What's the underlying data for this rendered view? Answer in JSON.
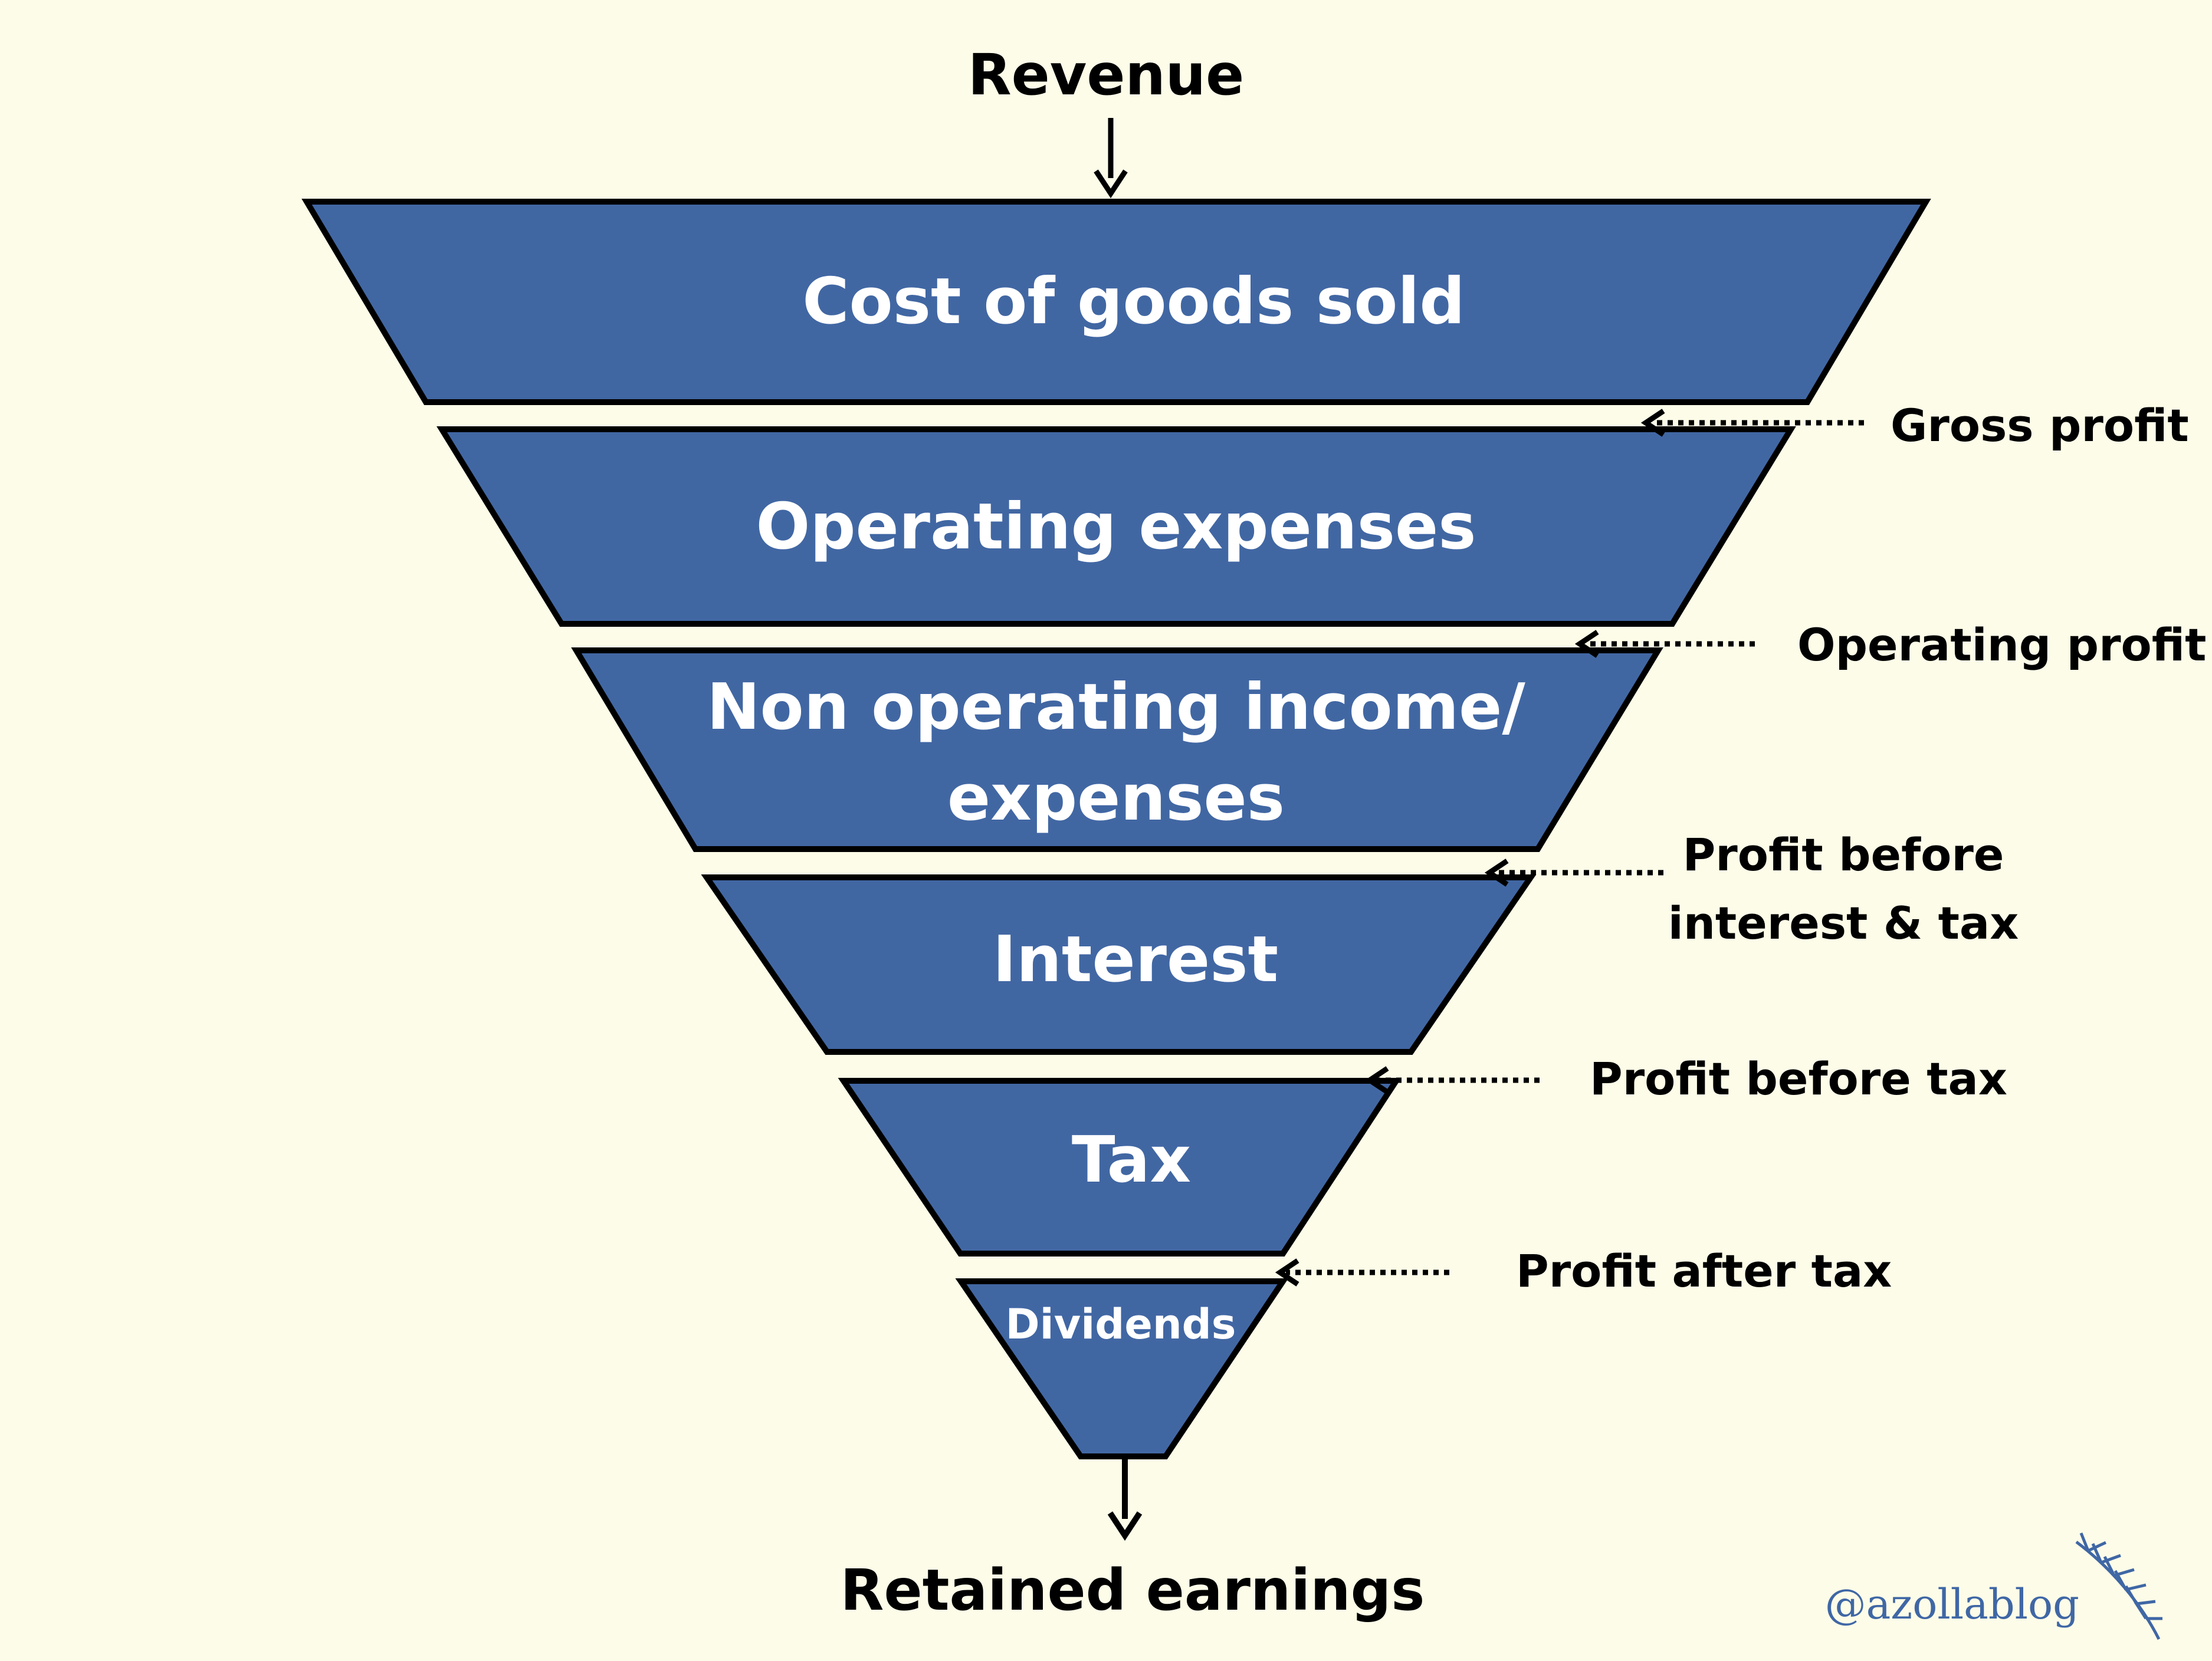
{
  "top_label": "Revenue",
  "bottom_label": "Retained earnings",
  "layers": [
    {
      "label_lines": [
        "Cost of goods sold"
      ]
    },
    {
      "label_lines": [
        "Operating expenses"
      ]
    },
    {
      "label_lines": [
        "Non operating income/",
        "expenses"
      ]
    },
    {
      "label_lines": [
        "Interest"
      ]
    },
    {
      "label_lines": [
        "Tax"
      ]
    },
    {
      "label_lines": [
        "Dividends"
      ]
    }
  ],
  "profit_labels": [
    {
      "label_lines": [
        "Gross profit"
      ]
    },
    {
      "label_lines": [
        "Operating profit"
      ]
    },
    {
      "label_lines": [
        "Profit before",
        "interest & tax"
      ]
    },
    {
      "label_lines": [
        "Profit before tax"
      ]
    },
    {
      "label_lines": [
        "Profit after tax"
      ]
    }
  ],
  "watermark": "@azollablog",
  "colors": {
    "background": "#fdfce8",
    "layer_fill": "#4167a3",
    "layer_stroke": "#000000",
    "layer_text": "#ffffff",
    "label_text": "#000000",
    "watermark": "#3f67a5"
  }
}
